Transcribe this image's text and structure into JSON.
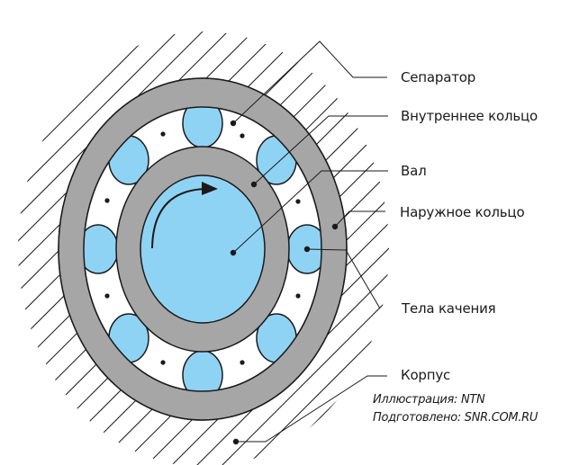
{
  "labels": {
    "separator": "Сепаратор",
    "inner_ring": "Внутреннее кольцо",
    "shaft": "Вал",
    "outer_ring": "Наружное кольцо",
    "rolling_elements": "Тела качения",
    "housing": "Корпус"
  },
  "credits": {
    "illustration": "Иллюстрация: NTN",
    "prepared": "Подготовлено: SNR.COM.RU"
  },
  "colors": {
    "ring": "#a6a6a6",
    "ball": "#8fd3f4",
    "shaft": "#8fd3f4",
    "line": "#1a1a1a"
  },
  "ball_count": 8
}
